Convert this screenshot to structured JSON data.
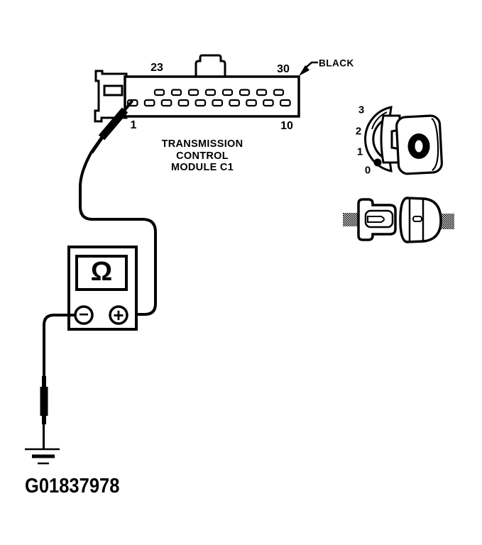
{
  "figure": {
    "id_label": "G01837978",
    "module": {
      "caption_line1": "TRANSMISSION",
      "caption_line2": "CONTROL",
      "caption_line3": "MODULE C1"
    },
    "connector": {
      "wire_color_label": "BLACK",
      "pin_label_top_left": "23",
      "pin_label_top_right": "30",
      "pin_label_bottom_left": "1",
      "pin_label_bottom_right": "10",
      "top_row_pin_count": 8,
      "bottom_row_pin_count": 10
    },
    "meter": {
      "display_symbol": "Ω",
      "negative_terminal": "−",
      "positive_terminal": "+"
    },
    "ignition_positions": [
      "3",
      "2",
      "1",
      "0"
    ],
    "colors": {
      "ink": "#000000",
      "paper": "#ffffff"
    }
  }
}
